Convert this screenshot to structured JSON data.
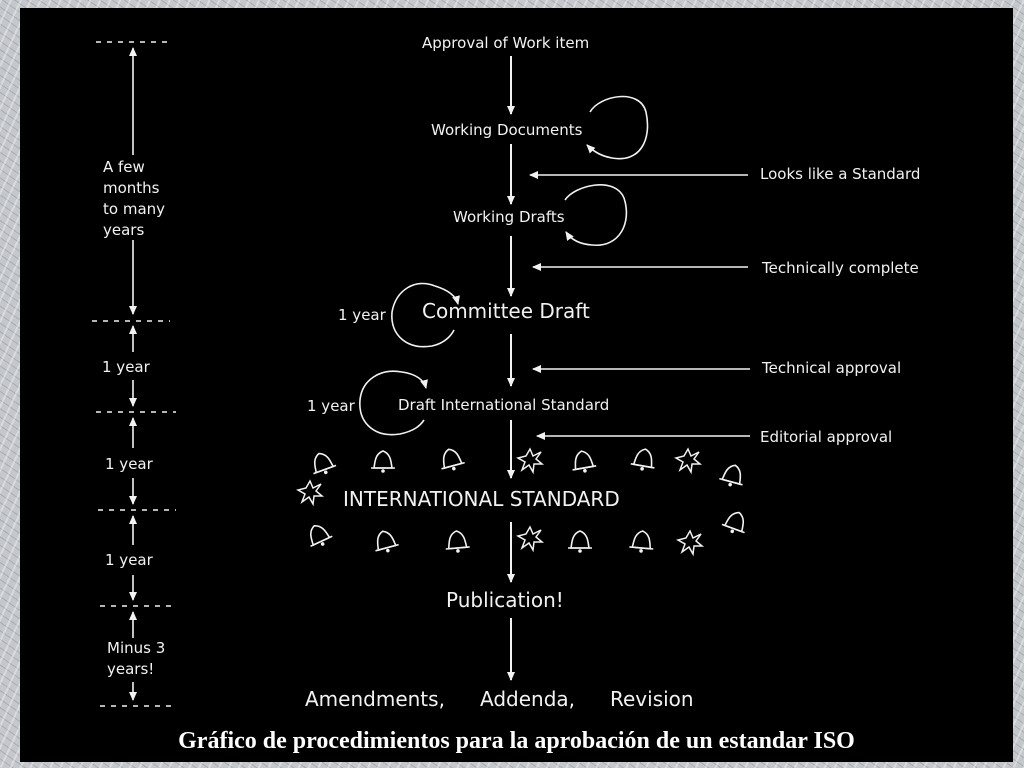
{
  "stages": {
    "approval": "Approval of Work item",
    "working_documents": "Working Documents",
    "working_drafts": "Working Drafts",
    "committee_draft": "Committee Draft",
    "draft_international_standard": "Draft International Standard",
    "international_standard": "INTERNATIONAL STANDARD",
    "publication": "Publication!",
    "amendments": "Amendments,",
    "addenda": "Addenda,",
    "revision": "Revision"
  },
  "milestones": {
    "looks_like_standard": "Looks like a Standard",
    "technically_complete": "Technically complete",
    "technical_approval": "Technical approval",
    "editorial_approval": "Editorial approval"
  },
  "loop_labels": {
    "committee_draft": "1 year",
    "draft_international_standard": "1 year"
  },
  "timeline": {
    "phase1": [
      "A few",
      "months",
      "to many",
      "years"
    ],
    "phase2": "1 year",
    "phase3": "1 year",
    "phase4": "1 year",
    "phase5": [
      "Minus 3",
      "years!"
    ]
  },
  "caption": "Gráfico de procedimientos para la aprobación de un estandar ISO",
  "colors": {
    "background": "#000000",
    "foreground": "#f2f2f2",
    "caption": "#ffffff"
  },
  "icons": [
    "bell-icon",
    "star-burst-icon"
  ]
}
